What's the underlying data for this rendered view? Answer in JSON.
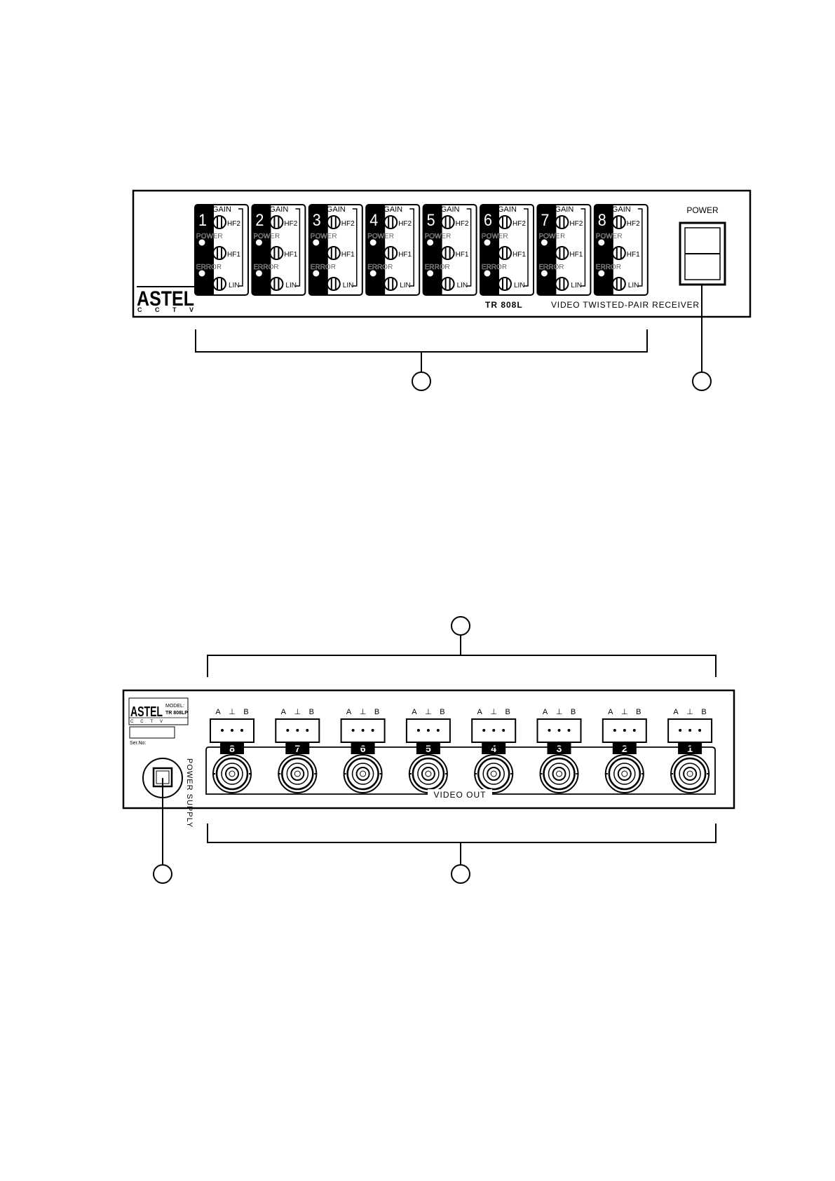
{
  "front_panel": {
    "logo_main": "ASTEL",
    "logo_sub": "CCTV",
    "model": "TR 808L",
    "description": "VIDEO TWISTED-PAIR RECEIVER",
    "power_label": "POWER",
    "channels": [
      "1",
      "2",
      "3",
      "4",
      "5",
      "6",
      "7",
      "8"
    ],
    "module_labels": {
      "gain": "GAIN",
      "hf2": "HF2",
      "hf1": "HF1",
      "lin": "LIN",
      "power": "POWER",
      "error": "ERROR"
    }
  },
  "rear_panel": {
    "logo_main": "ASTEL",
    "logo_sub": "CCTV",
    "model_label": "MODEL:",
    "model_value": "TR 808LP",
    "serial_label": "Ser.No:",
    "power_supply_label": "POWER SUPPLY",
    "pin_labels": [
      "A",
      "⊥",
      "B"
    ],
    "channels": [
      "8",
      "7",
      "6",
      "5",
      "4",
      "3",
      "2",
      "1"
    ],
    "video_out_label": "VIDEO OUT"
  }
}
